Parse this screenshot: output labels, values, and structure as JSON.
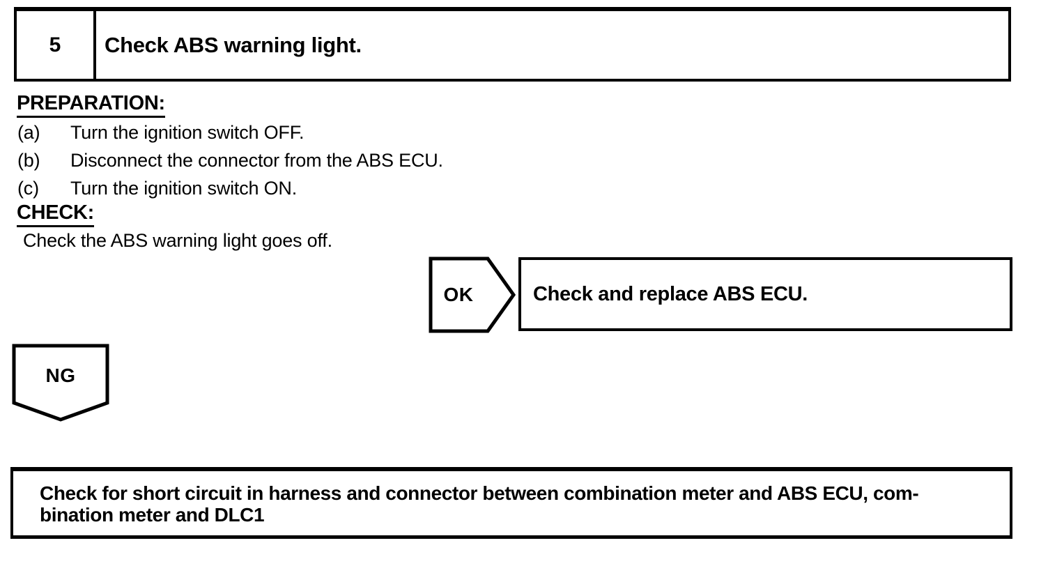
{
  "page": {
    "background": "#ffffff",
    "ink": "#000000"
  },
  "step_header": {
    "number": "5",
    "title": "Check ABS warning light."
  },
  "preparation": {
    "heading": "PREPARATION:",
    "steps": [
      {
        "label": "(a)",
        "text": "Turn the ignition switch OFF."
      },
      {
        "label": "(b)",
        "text": "Disconnect the connector from the ABS ECU."
      },
      {
        "label": "(c)",
        "text": "Turn the ignition switch ON."
      }
    ]
  },
  "check": {
    "heading": "CHECK:",
    "text": "Check the ABS warning light goes off."
  },
  "ok_branch": {
    "connector_label": "OK",
    "action": "Check and replace ABS ECU."
  },
  "ng_branch": {
    "connector_label": "NG",
    "action_lines": [
      "Check for short circuit in harness and connector between combination meter and ABS ECU, com-",
      "bination meter and DLC1"
    ]
  }
}
